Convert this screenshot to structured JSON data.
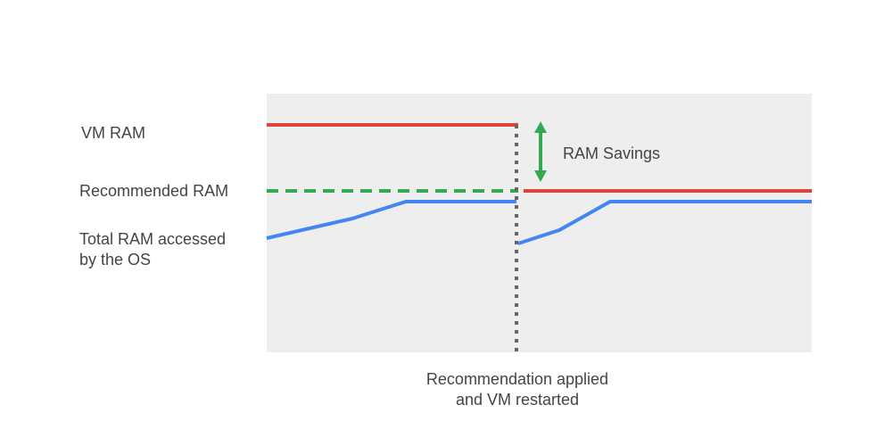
{
  "labels": {
    "vm_ram": "VM RAM",
    "recommended_ram": "Recommended RAM",
    "total_ram_line1": "Total RAM accessed",
    "total_ram_line2": "by the OS",
    "ram_savings": "RAM Savings",
    "event_line1": "Recommendation applied",
    "event_line2": "and VM restarted"
  },
  "colors": {
    "plot_background": "#eeeeee",
    "vm_ram": "#db4437",
    "recommended_ram": "#34a853",
    "total_ram": "#4285f4",
    "event_marker": "#666666",
    "savings_arrow": "#34a853"
  }
}
